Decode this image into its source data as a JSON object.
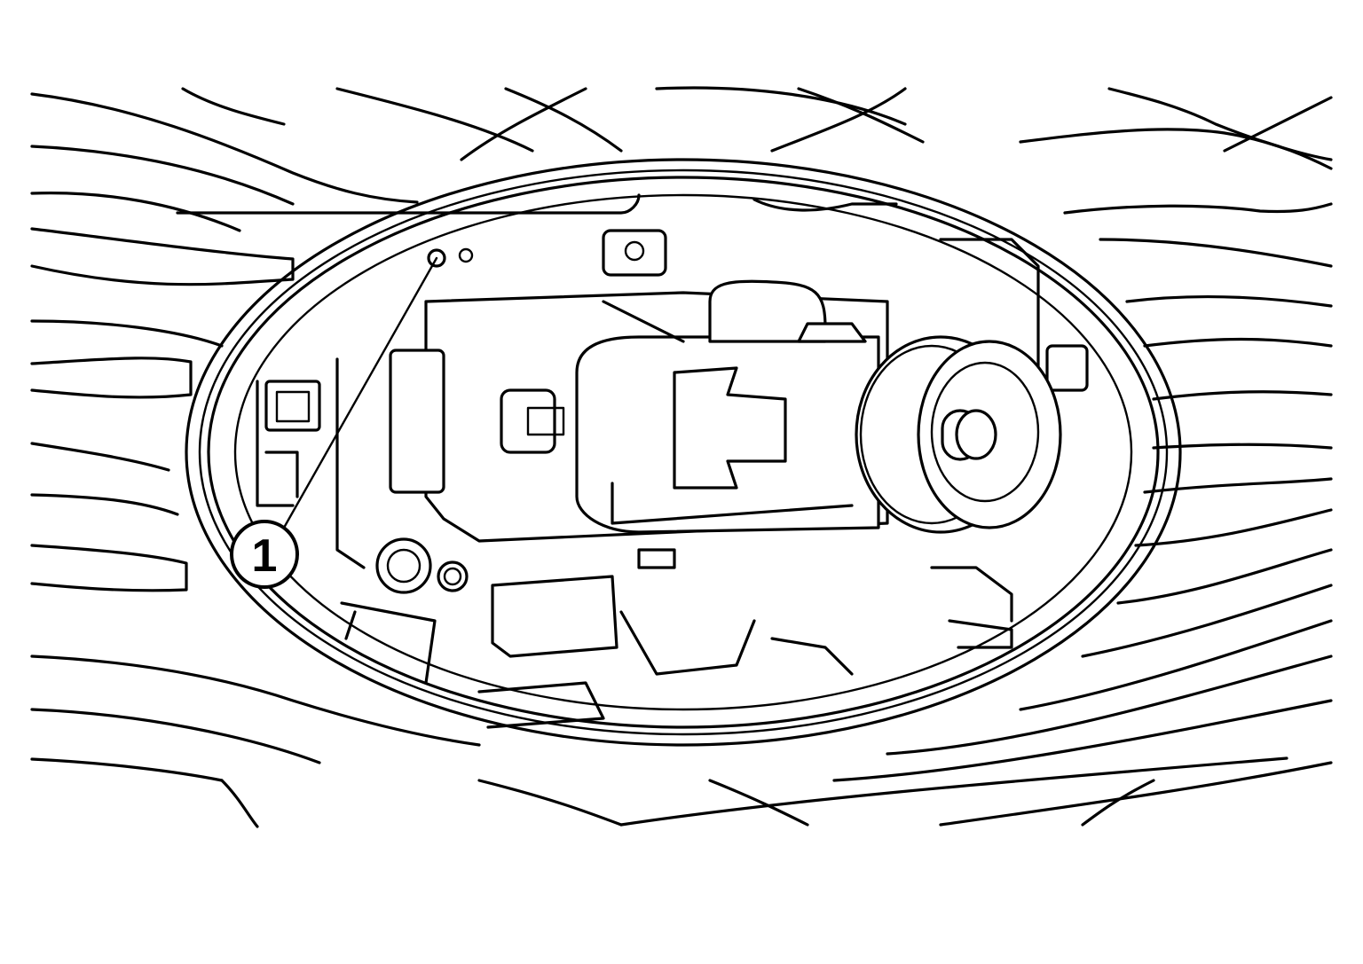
{
  "figure": {
    "type": "technical line illustration",
    "subject": "component assembly viewed through oval opening, surrounded by harness strands",
    "background": "#ffffff",
    "line_color": "#000000"
  },
  "callouts": [
    {
      "number": "1",
      "target": "mounting screw at upper-left of assembly"
    }
  ]
}
